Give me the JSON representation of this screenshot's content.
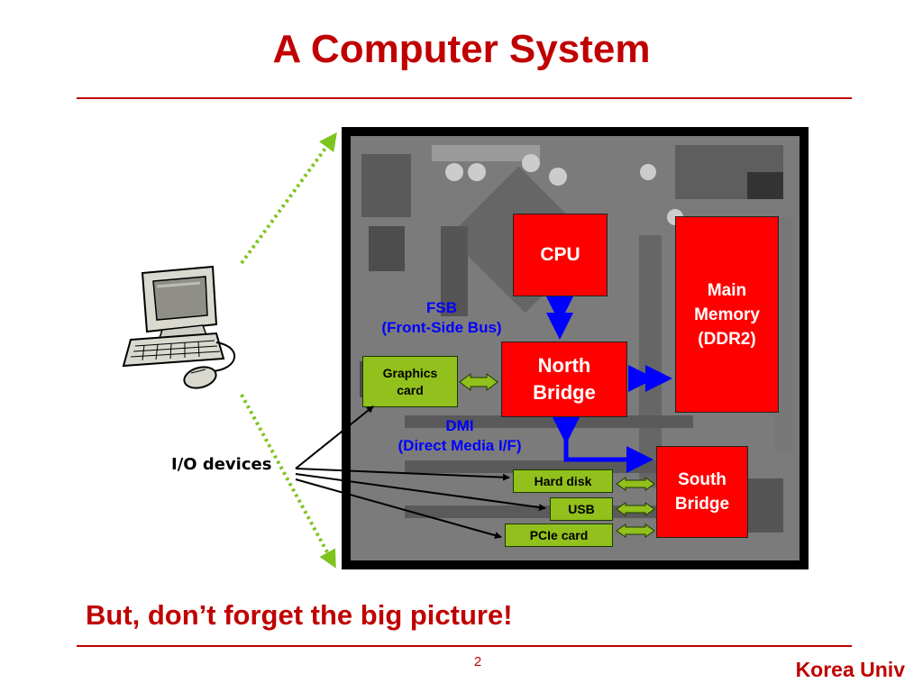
{
  "title": "A Computer System",
  "boxes": {
    "cpu": "CPU",
    "north_bridge": [
      "North",
      "Bridge"
    ],
    "main_memory": [
      "Main",
      "Memory",
      "(DDR2)"
    ],
    "south_bridge": [
      "South",
      "Bridge"
    ],
    "graphics": [
      "Graphics",
      "card"
    ],
    "hard_disk": "Hard disk",
    "usb": "USB",
    "pcie": "PCIe card"
  },
  "labels": {
    "fsb": [
      "FSB",
      "(Front-Side Bus)"
    ],
    "dmi": [
      "DMI",
      "(Direct Media I/F)"
    ],
    "io_devices": "I/O devices"
  },
  "bottom_text": "But, don’t forget the big picture!",
  "page_number": "2",
  "footer": "Korea Univ",
  "colors": {
    "accent": "#c00000",
    "box_red": "#ff0000",
    "box_green": "#92c01c",
    "bus_blue": "#0000ff",
    "dotted_green": "#7dc41e"
  },
  "icons": [
    "desktop-computer-icon"
  ]
}
